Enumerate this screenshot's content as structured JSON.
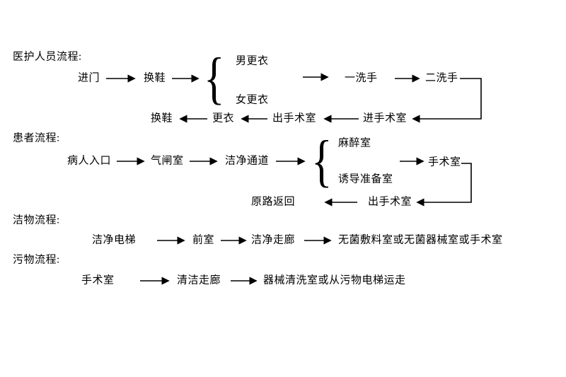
{
  "diagram": {
    "glyphs": {
      "brace": "{"
    },
    "staff": {
      "label": "医护人员流程:",
      "nodes": {
        "enter": "进门",
        "change_shoes_in": "换鞋",
        "male_changing": "男更衣",
        "female_changing": "女更衣",
        "first_wash": "一洗手",
        "second_wash": "二洗手",
        "enter_or": "进手术室",
        "exit_or": "出手术室",
        "change_clothes_out": "更衣",
        "change_shoes_out": "换鞋"
      }
    },
    "patient": {
      "label": "患者流程:",
      "nodes": {
        "patient_entrance": "病人入口",
        "airlock": "气闸室",
        "clean_corridor": "洁净通道",
        "anesthesia_room": "麻醉室",
        "induction_prep_room": "诱导准备室",
        "operating_room": "手术室",
        "exit_or": "出手术室",
        "return_same_way": "原路返回"
      }
    },
    "clean_goods": {
      "label": "洁物流程:",
      "nodes": {
        "clean_elevator": "洁净电梯",
        "anteroom": "前室",
        "clean_walkway": "洁净走廊",
        "sterile_rooms": "无菌敷料室或无菌器械室或手术室"
      }
    },
    "dirty_goods": {
      "label": "污物流程:",
      "nodes": {
        "operating_room": "手术室",
        "cleaning_walkway": "清洁走廊",
        "washing_room": "器械清洗室或从污物电梯运走"
      }
    }
  }
}
